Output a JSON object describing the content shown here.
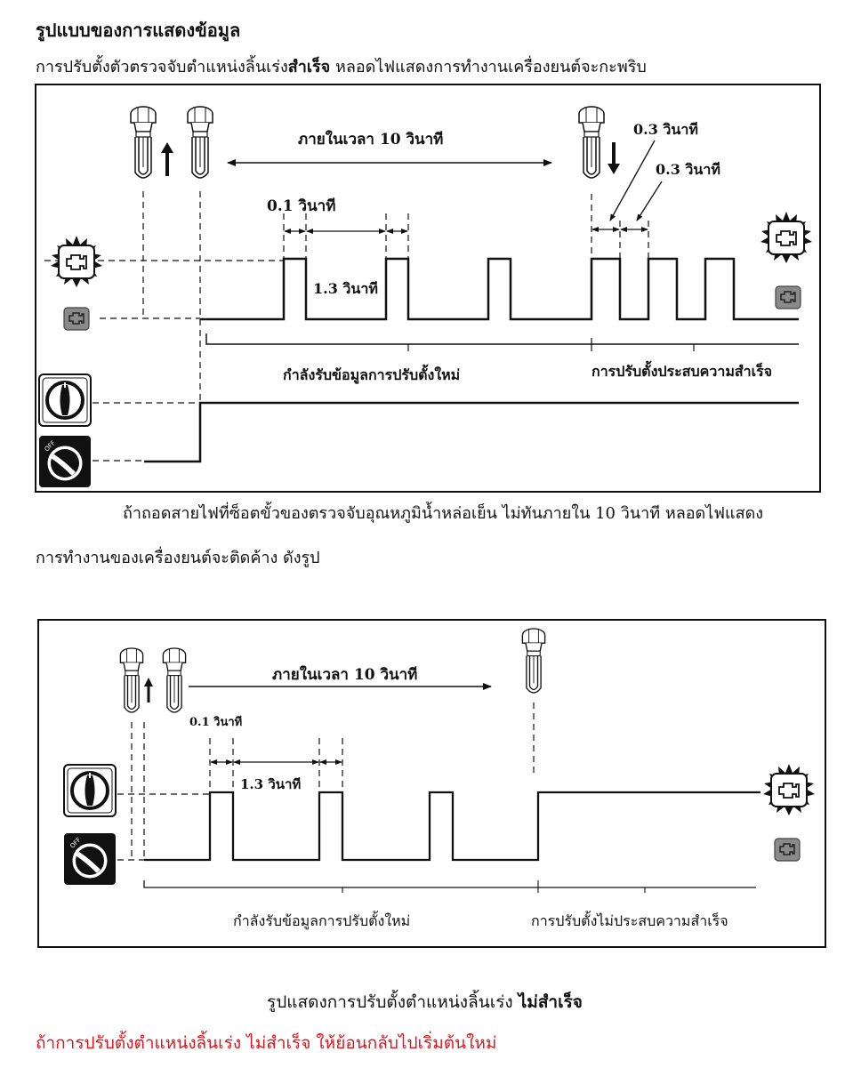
{
  "heading": "รูปแบบของการแสดงข้อมูล",
  "intro": {
    "pre": "การปรับตั้งตัวตรวจจับตำแหน่งลิ้นเร่ง",
    "bold": "สำเร็จ",
    "post": " หลอดไฟแสดงการทำงานเครื่องยนต์จะกะพริบ"
  },
  "diagram1": {
    "within_10s": "ภายในเวลา  10  วินาที",
    "t_0_1": "0.1  วินาที",
    "t_1_3": "1.3 วินาที",
    "t_0_3_a": "0.3 วินาที",
    "t_0_3_b": "0.3 วินาที",
    "receiving": "กำลังรับข้อมูลการปรับตั้งใหม่",
    "success": "การปรับตั้งประสบความสำเร็จ"
  },
  "para1": "ถ้าถอดสายไฟที่ซ็อตขั้วของตรวจจับอุณหภูมิน้ำหล่อเย็น  ไม่ทันภายใน 10 วินาที หลอดไฟแสดง",
  "para2": "การทำงานของเครื่องยนต์จะติดค้าง  ดังรูป",
  "diagram2": {
    "within_10s": "ภายในเวลา  10  วินาที",
    "t_0_1": "0.1 วินาที",
    "t_1_3": "1.3 วินาที",
    "receiving": "กำลังรับข้อมูลการปรับตั้งใหม่",
    "fail": "การปรับตั้งไม่ประสบความสำเร็จ"
  },
  "switch_off_label": "OFF",
  "caption": {
    "pre": "รูปแสดงการปรับตั้งตำแหน่งลิ้นเร่ง ",
    "bold": "ไม่สำเร็จ"
  },
  "warning": "ถ้าการปรับตั้งตำแหน่งลิ้นเร่ง  ไม่สำเร็จ  ให้ย้อนกลับไปเริ่มต้นใหม่",
  "colors": {
    "warning": "#e0141c",
    "ink": "#111111",
    "lamp_off": "#8a8a8a"
  },
  "icons": [
    "check-engine-lamp-icon",
    "throttle-sensor-icon",
    "ignition-switch-on-icon",
    "ignition-switch-off-icon"
  ]
}
